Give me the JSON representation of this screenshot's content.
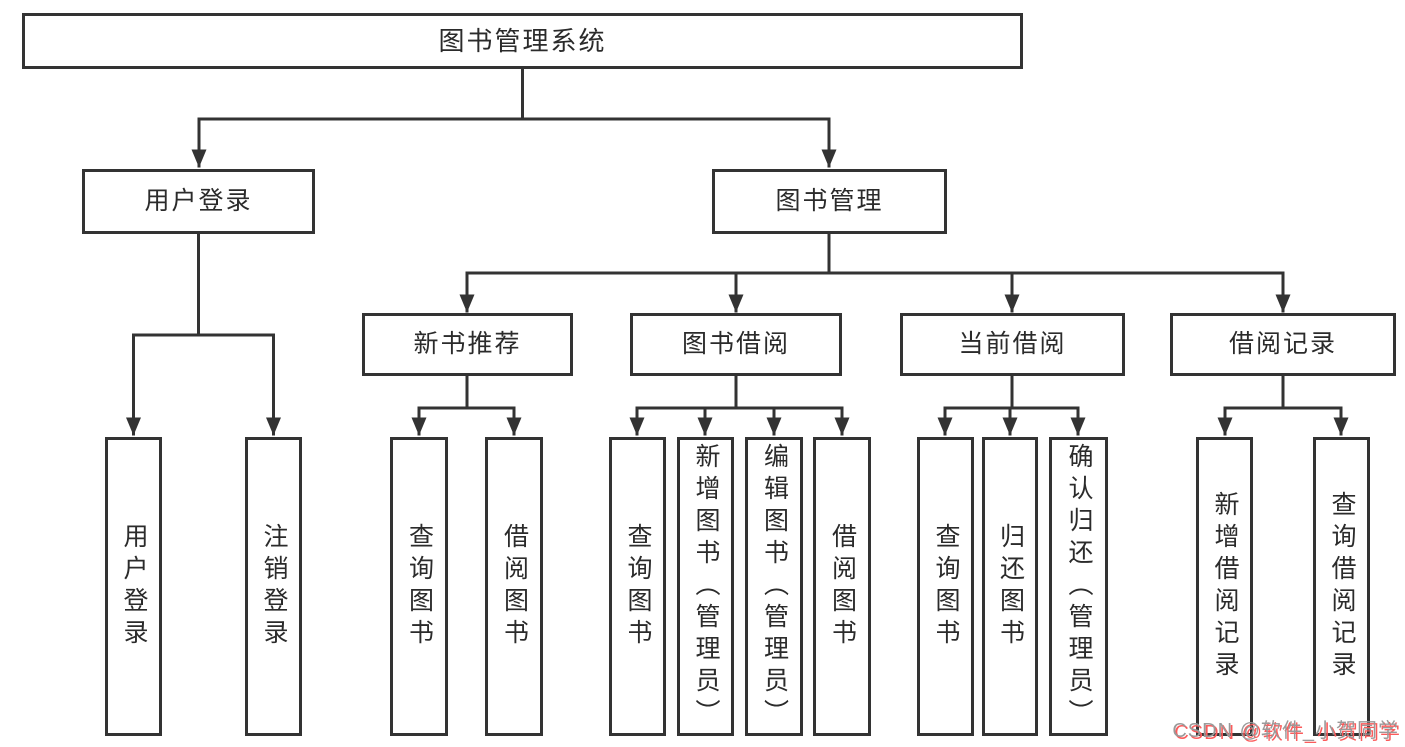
{
  "colors": {
    "line": "#333333",
    "box_border": "#333333",
    "text": "#2b2b2b",
    "background": "#ffffff",
    "watermark_gray": "#9a9a9a",
    "watermark_red": "#fb5b5b"
  },
  "watermark": {
    "text": "CSDN @软件_小贺同学"
  },
  "diagram": {
    "type": "hierarchy-tree",
    "root": {
      "label": "图书管理系统"
    },
    "branches": [
      {
        "label": "用户登录",
        "children": [
          {
            "label": "用户登录"
          },
          {
            "label": "注销登录"
          }
        ]
      },
      {
        "label": "图书管理",
        "children": [
          {
            "label": "新书推荐",
            "children": [
              {
                "label": "查询图书"
              },
              {
                "label": "借阅图书"
              }
            ]
          },
          {
            "label": "图书借阅",
            "children": [
              {
                "label": "查询图书"
              },
              {
                "label": "新增图书（管理员）"
              },
              {
                "label": "编辑图书（管理员）"
              },
              {
                "label": "借阅图书"
              }
            ]
          },
          {
            "label": "当前借阅",
            "children": [
              {
                "label": "查询图书"
              },
              {
                "label": "归还图书"
              },
              {
                "label": "确认归还（管理员）"
              }
            ]
          },
          {
            "label": "借阅记录",
            "children": [
              {
                "label": "新增借阅记录"
              },
              {
                "label": "查询借阅记录"
              }
            ]
          }
        ]
      }
    ]
  }
}
